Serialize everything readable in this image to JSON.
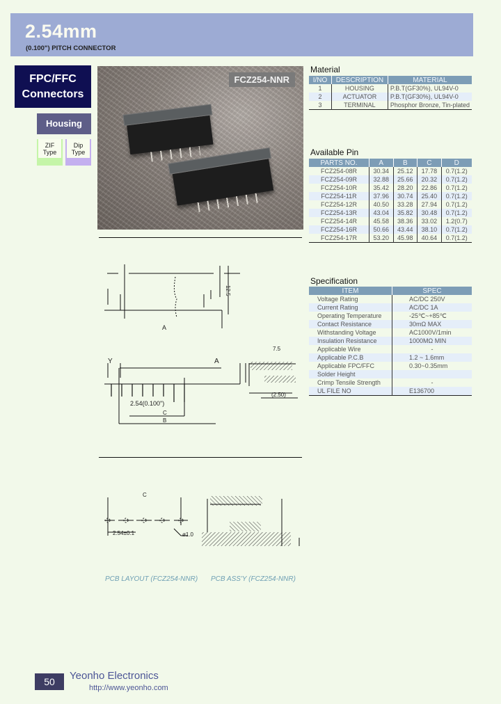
{
  "header": {
    "title": "2.54mm",
    "subtitle": "(0.100\") PITCH CONNECTOR",
    "band_color": "#9dabd4"
  },
  "sidebar": {
    "category_line1": "FPC/FFC",
    "category_line2": "Connectors",
    "section_button": "Housing",
    "types": [
      {
        "line1": "ZIF",
        "line2": "Type",
        "color": "#c5f5a8"
      },
      {
        "line1": "Dip",
        "line2": "Type",
        "color": "#c4b0ef"
      }
    ]
  },
  "photo": {
    "label": "FCZ254-NNR"
  },
  "material": {
    "title": "Material",
    "columns": [
      "I/NO",
      "DESCRIPTION",
      "MATERIAL"
    ],
    "rows": [
      [
        "1",
        "HOUSING",
        "P.B.T(GF30%), UL94V-0"
      ],
      [
        "2",
        "ACTUATOR",
        "P.B.T(GF30%), UL94V-0"
      ],
      [
        "3",
        "TERMINAL",
        "Phosphor Bronze, Tin-plated"
      ]
    ]
  },
  "available_pin": {
    "title": "Available Pin",
    "columns": [
      "PARTS NO.",
      "A",
      "B",
      "C",
      "D"
    ],
    "rows": [
      [
        "FCZ254-08R",
        "30.34",
        "25.12",
        "17.78",
        "0.7(1.2)"
      ],
      [
        "FCZ254-09R",
        "32.88",
        "25.66",
        "20.32",
        "0.7(1.2)"
      ],
      [
        "FCZ254-10R",
        "35.42",
        "28.20",
        "22.86",
        "0.7(1.2)"
      ],
      [
        "FCZ254-11R",
        "37.96",
        "30.74",
        "25.40",
        "0.7(1.2)"
      ],
      [
        "FCZ254-12R",
        "40.50",
        "33.28",
        "27.94",
        "0.7(1.2)"
      ],
      [
        "FCZ254-13R",
        "43.04",
        "35.82",
        "30.48",
        "0.7(1.2)"
      ],
      [
        "FCZ254-14R",
        "45.58",
        "38.36",
        "33.02",
        "1.2(0.7)"
      ],
      [
        "FCZ254-16R",
        "50.66",
        "43.44",
        "38.10",
        "0.7(1.2)"
      ],
      [
        "FCZ254-17R",
        "53.20",
        "45.98",
        "40.64",
        "0.7(1.2)"
      ]
    ]
  },
  "specification": {
    "title": "Specification",
    "columns": [
      "ITEM",
      "SPEC"
    ],
    "rows": [
      [
        "Voltage Rating",
        "AC/DC 250V"
      ],
      [
        "Current Rating",
        "AC/DC 1A"
      ],
      [
        "Operating Temperature",
        "-25℃~+85℃"
      ],
      [
        "Contact Resistance",
        "30mΩ MAX"
      ],
      [
        "Withstanding Voltage",
        "AC1000V/1min"
      ],
      [
        "Insulation Resistance",
        "1000MΩ MIN"
      ],
      [
        "Applicable Wire",
        "-"
      ],
      [
        "Applicable P.C.B",
        "1.2 ~ 1.6mm"
      ],
      [
        "Applicable FPC/FFC",
        "0.30~0.35mm"
      ],
      [
        "Solder Height",
        ""
      ],
      [
        "Crimp Tensile Strength",
        "-"
      ],
      [
        "UL FILE NO",
        "E136700"
      ]
    ]
  },
  "drawings": {
    "top_view_label_a": "A",
    "top_view_height": "12.5",
    "side_label_b": "B",
    "side_label_c": "C",
    "pitch_label": "2.54(0.100\")",
    "section_dim": "7.5",
    "section_dim2": "(2.50)",
    "layout_c": "C",
    "layout_pitch": "2.54±0.1",
    "hole_label": "ø1.0",
    "caption_left": "PCB LAYOUT (FCZ254-NNR)",
    "caption_right": "PCB ASS'Y (FCZ254-NNR)"
  },
  "footer": {
    "page_number": "50",
    "company": "Yeonho  Electronics",
    "url": "http://www.yeonho.com"
  }
}
